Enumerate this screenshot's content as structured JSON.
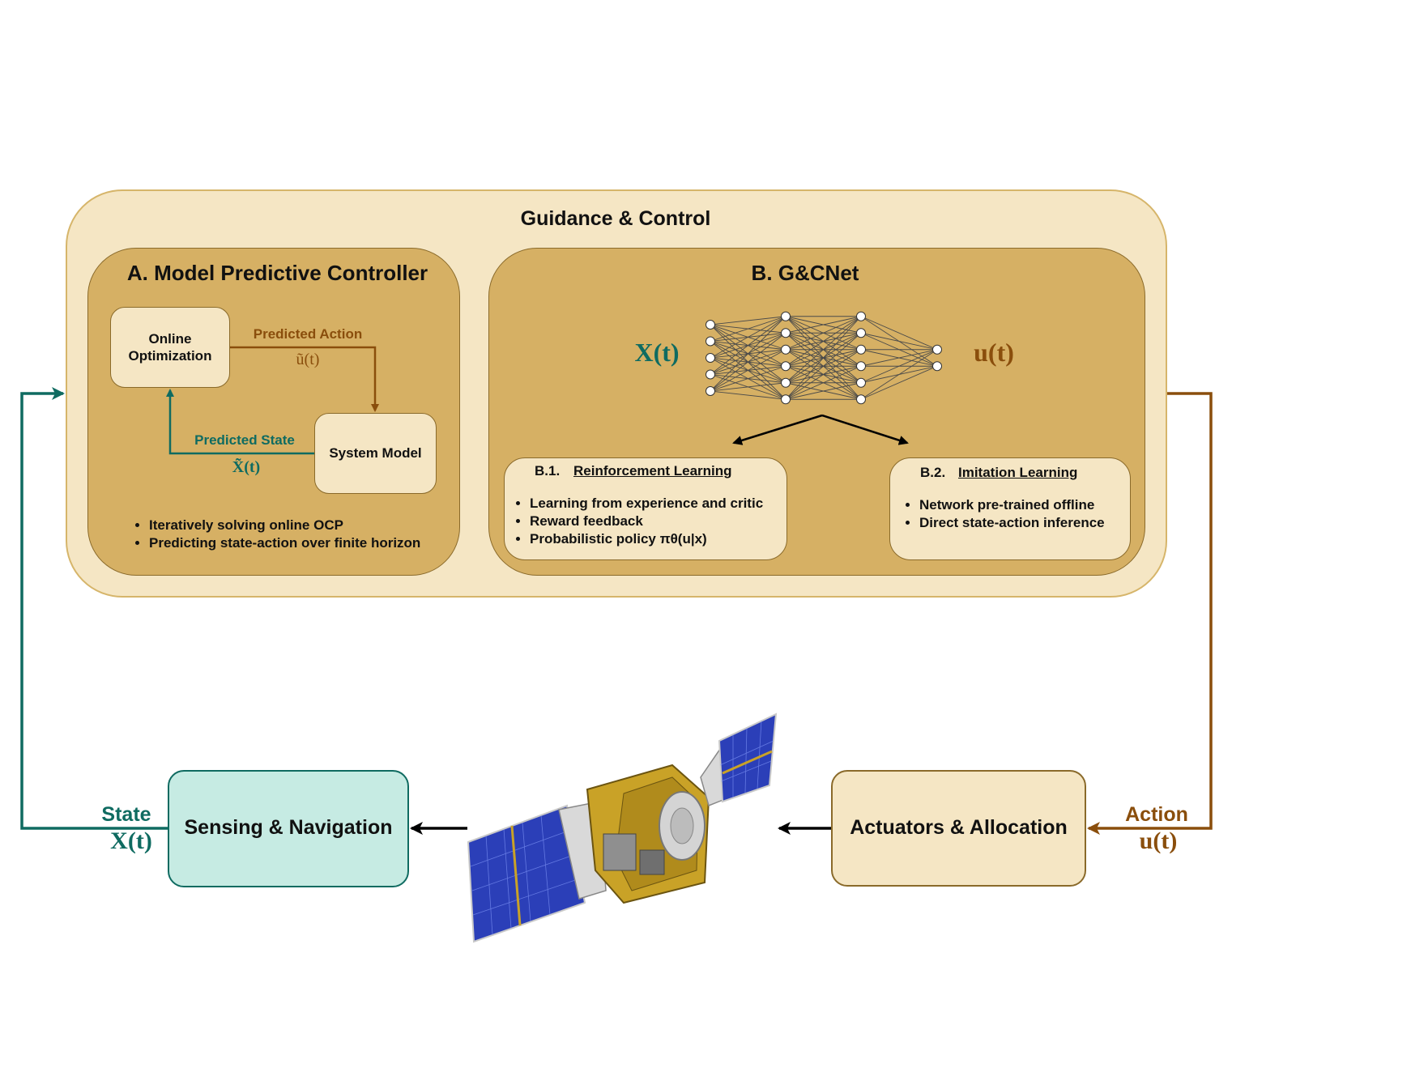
{
  "guidance_control": {
    "title": "Guidance & Control"
  },
  "mpc": {
    "title": "A. Model Predictive Controller",
    "online_optimization": "Online\nOptimization",
    "system_model": "System Model",
    "predicted_action_label": "Predicted Action",
    "predicted_action_symbol": "ũ(t)",
    "predicted_state_label": "Predicted State",
    "predicted_state_symbol": "X̃(t)",
    "bullets": [
      "Iteratively solving online OCP",
      "Predicting state-action over finite horizon"
    ]
  },
  "gcnet": {
    "title": "B.  G&CNet",
    "input_symbol": "X(t)",
    "output_symbol": "u(t)",
    "network_layers": [
      5,
      6,
      6,
      2
    ],
    "rl": {
      "number": "B.1.",
      "title": "Reinforcement Learning",
      "bullets": [
        "Learning from experience and critic",
        "Reward feedback",
        "Probabilistic policy πθ(u|x)"
      ]
    },
    "il": {
      "number": "B.2.",
      "title": "Imitation Learning",
      "bullets": [
        "Network pre-trained offline",
        "Direct state-action inference"
      ]
    }
  },
  "sensing": {
    "label": "Sensing & Navigation"
  },
  "actuators": {
    "label": "Actuators & Allocation"
  },
  "state_feedback": {
    "label": "State",
    "symbol": "X(t)"
  },
  "action_output": {
    "label": "Action",
    "symbol": "u(t)"
  },
  "colors": {
    "outer_fill": "#f5e6c4",
    "outer_border": "#d6b56a",
    "inner_fill": "#d6b064",
    "inner_border": "#8a6a2a",
    "teal": "#0f6b61",
    "brown": "#8a4e0c",
    "sensing_fill": "#c6ebe3",
    "solar_blue": "#2b3fb8",
    "gold": "#c9a227"
  }
}
